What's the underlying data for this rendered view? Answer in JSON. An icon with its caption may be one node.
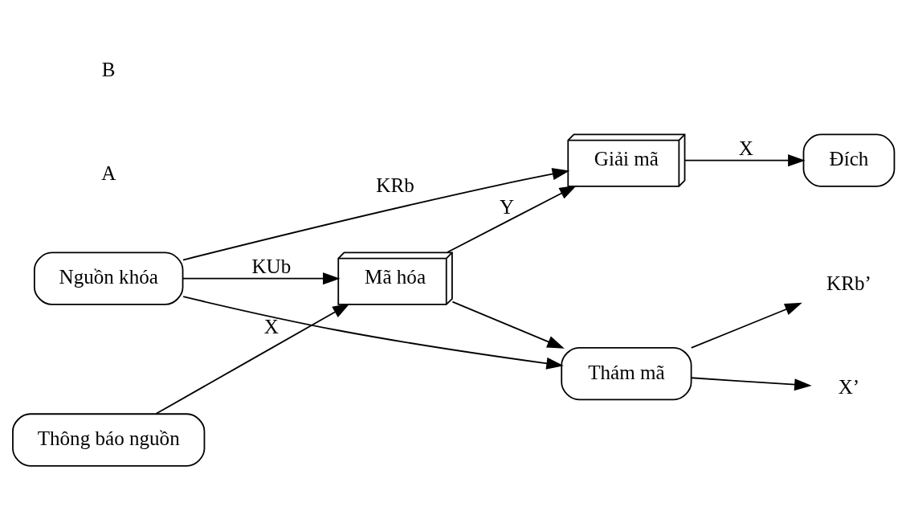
{
  "diagram": {
    "nodes": [
      {
        "text": [
          "Thông báo nguồn"
        ]
      },
      {
        "text": [
          "Mã hóa"
        ]
      },
      {
        "text": [
          "Thám mã"
        ]
      },
      {
        "text": [
          "Giải mã"
        ]
      },
      {
        "text": [
          "Đích"
        ]
      },
      {
        "text": [
          "Nguồn khóa"
        ]
      },
      {
        "text": [
          "X’"
        ]
      },
      {
        "text": [
          "KRb’"
        ]
      }
    ],
    "edges": [
      {
        "from": 0,
        "to": 1,
        "arrow": "to",
        "label": "X"
      },
      {
        "from": 1,
        "to": 3,
        "arrow": "to",
        "label": "Y"
      },
      {
        "from": 1,
        "to": 2,
        "arrow": "to"
      },
      {
        "from": 3,
        "to": 4,
        "arrow": "to",
        "label": "X"
      },
      {
        "from": 5,
        "to": 1,
        "arrow": "to",
        "label": "KUb"
      },
      {
        "from": 5,
        "to": 2,
        "arrow": "to"
      },
      {
        "from": 5,
        "to": 3,
        "arrow": "to",
        "label": "KRb"
      },
      {
        "from": 2,
        "to": 6,
        "arrow": "to"
      },
      {
        "from": 2,
        "to": 7,
        "arrow": "to"
      }
    ],
    "labels": [
      "A",
      "B"
    ]
  }
}
